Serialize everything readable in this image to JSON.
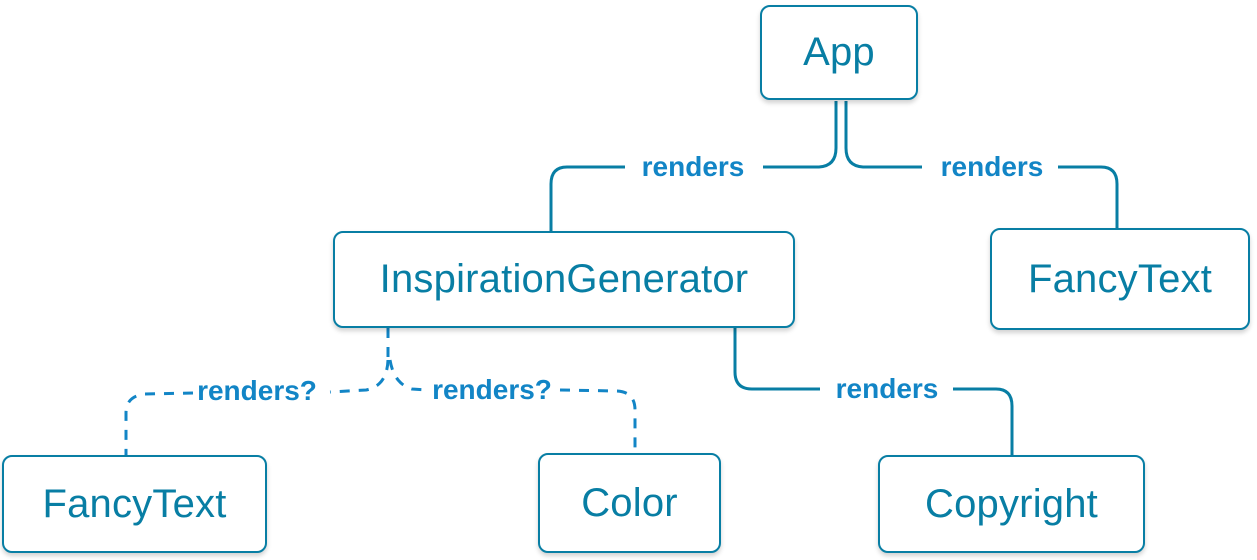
{
  "diagram": {
    "type": "component-tree",
    "colors": {
      "primary": "#087EA4",
      "secondary": "#1285C6",
      "node_bg": "#FFFFFF",
      "background": "#FFFFFF"
    },
    "nodes": [
      {
        "id": "app",
        "label": "App"
      },
      {
        "id": "inspiration-generator",
        "label": "InspirationGenerator"
      },
      {
        "id": "fancy-text-top",
        "label": "FancyText"
      },
      {
        "id": "fancy-text-bottom",
        "label": "FancyText"
      },
      {
        "id": "color",
        "label": "Color"
      },
      {
        "id": "copyright",
        "label": "Copyright"
      }
    ],
    "edges": [
      {
        "from": "App",
        "to": "InspirationGenerator",
        "label": "renders",
        "style": "solid"
      },
      {
        "from": "App",
        "to": "FancyText",
        "label": "renders",
        "style": "solid"
      },
      {
        "from": "InspirationGenerator",
        "to": "FancyText",
        "label": "renders?",
        "style": "dashed"
      },
      {
        "from": "InspirationGenerator",
        "to": "Color",
        "label": "renders?",
        "style": "dashed"
      },
      {
        "from": "InspirationGenerator",
        "to": "Copyright",
        "label": "renders",
        "style": "solid"
      }
    ]
  }
}
